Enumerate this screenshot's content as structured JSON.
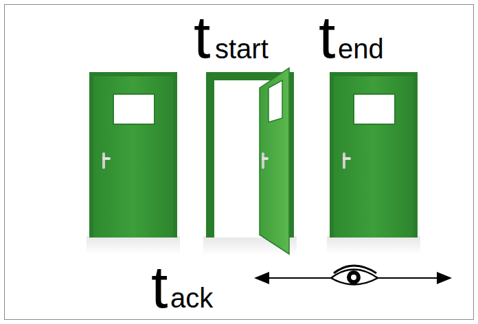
{
  "diagram": {
    "labels": [
      "t",
      "start",
      "t",
      "end",
      "t",
      "ack"
    ]
  }
}
